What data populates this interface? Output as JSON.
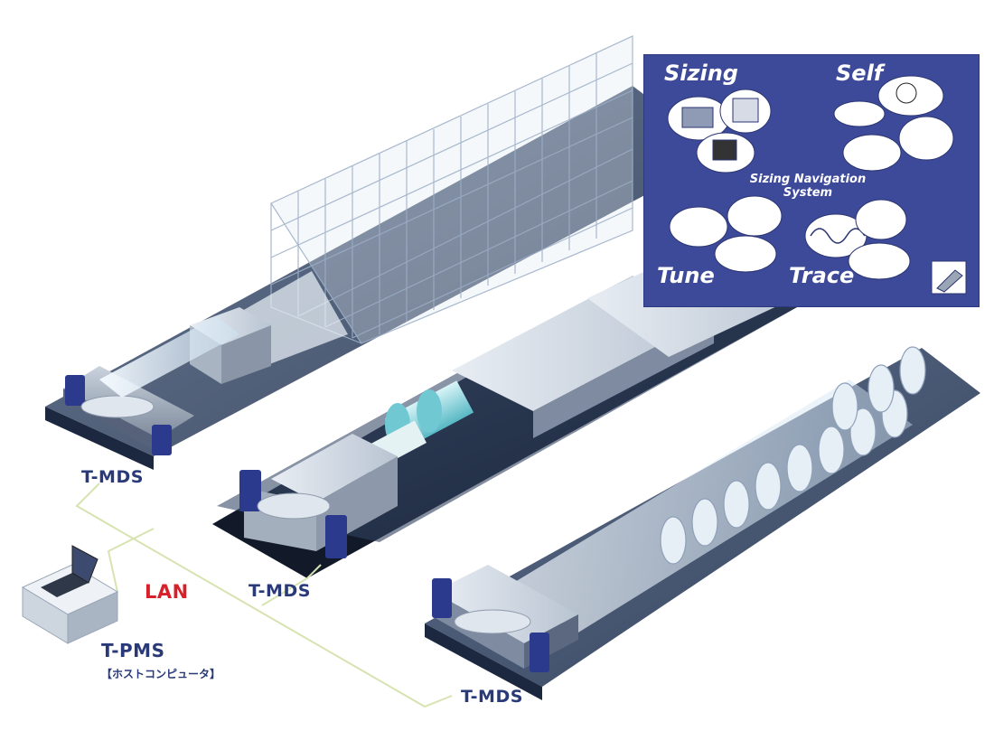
{
  "network": {
    "labels": {
      "tmds_left": "T-MDS",
      "tmds_middle": "T-MDS",
      "tmds_bottom": "T-MDS",
      "lan": "LAN",
      "tpms": "T-PMS",
      "tpms_note": "【ホストコンピュータ】"
    }
  },
  "navigation_panel": {
    "sizing": "Sizing",
    "self": "Self",
    "tune": "Tune",
    "trace": "Trace",
    "title_line1": "Sizing Navigation",
    "title_line2": "System"
  },
  "colors": {
    "panel_bg": "#3d4a9a",
    "label_text": "#2a3a78",
    "lan_text": "#d8202a",
    "lan_line": "#d7e3b0",
    "floor_dark": "#2d3e5e",
    "machine_body": "#9aa6b6"
  }
}
